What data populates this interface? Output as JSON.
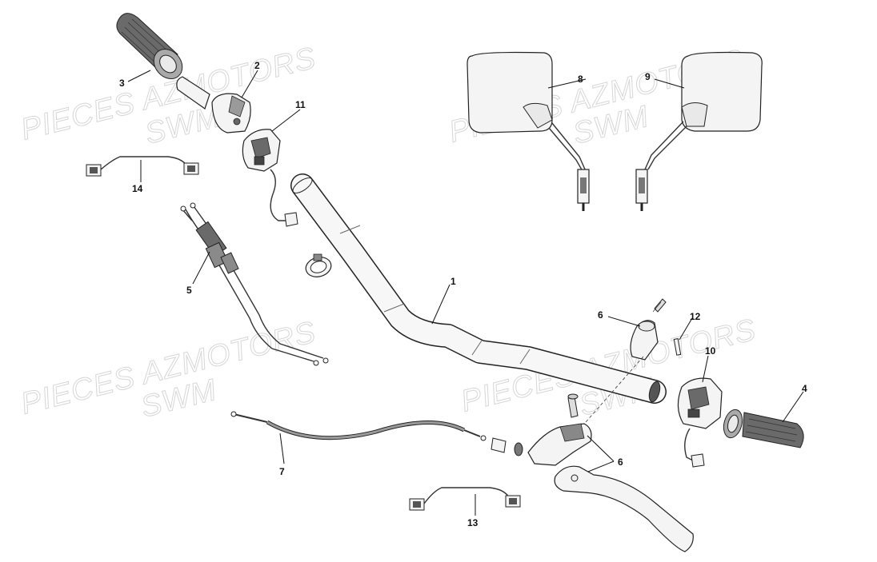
{
  "watermark": {
    "lines": [
      "PIECES AZMOTORS",
      "SWM",
      "PIECES AZMOTORS",
      "SWM",
      "PIECES AZMOTORS",
      "SWM",
      "PIECES AZMOTORS",
      "SWM"
    ]
  },
  "callouts": [
    {
      "label": "1"
    },
    {
      "label": "2"
    },
    {
      "label": "3"
    },
    {
      "label": "4"
    },
    {
      "label": "5"
    },
    {
      "label": "6"
    },
    {
      "label": "6"
    },
    {
      "label": "7"
    },
    {
      "label": "8"
    },
    {
      "label": "9"
    },
    {
      "label": "10"
    },
    {
      "label": "11"
    },
    {
      "label": "12"
    },
    {
      "label": "13"
    },
    {
      "label": "14"
    }
  ]
}
